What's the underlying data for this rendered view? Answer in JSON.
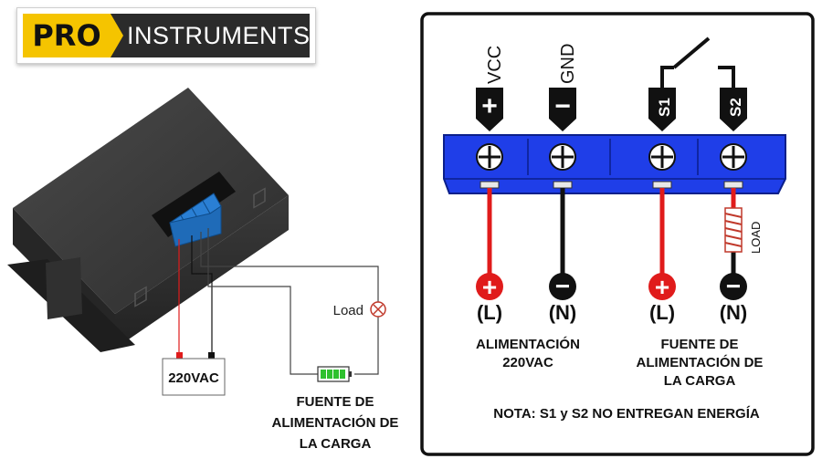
{
  "logo": {
    "pro": "PRO",
    "instruments": "INSTRUMENTS"
  },
  "left": {
    "load_label": "Load",
    "supply_label": "220VAC",
    "source_caption": [
      "FUENTE DE",
      "ALIMENTACIÓN DE",
      "LA CARGA"
    ]
  },
  "right": {
    "terminals": [
      {
        "label": "VCC",
        "tag": "+"
      },
      {
        "label": "GND",
        "tag": "−"
      },
      {
        "label": "S1",
        "tag": "S1"
      },
      {
        "label": "S2",
        "tag": "S2"
      }
    ],
    "load_text": "LOAD",
    "poles": [
      {
        "symbol": "+",
        "letter": "(L)"
      },
      {
        "symbol": "−",
        "letter": "(N)"
      },
      {
        "symbol": "+",
        "letter": "(L)"
      },
      {
        "symbol": "−",
        "letter": "(N)"
      }
    ],
    "power_caption": [
      "ALIMENTACIÓN",
      "220VAC"
    ],
    "source_caption": [
      "FUENTE DE",
      "ALIMENTACIÓN DE",
      "LA CARGA"
    ],
    "note": "NOTA: S1 y S2 NO ENTREGAN ENERGÍA"
  },
  "colors": {
    "terminal_block": "#1f3ee8",
    "wire_red": "#e01b1b",
    "wire_black": "#111111",
    "logo_yellow": "#f5c400"
  }
}
